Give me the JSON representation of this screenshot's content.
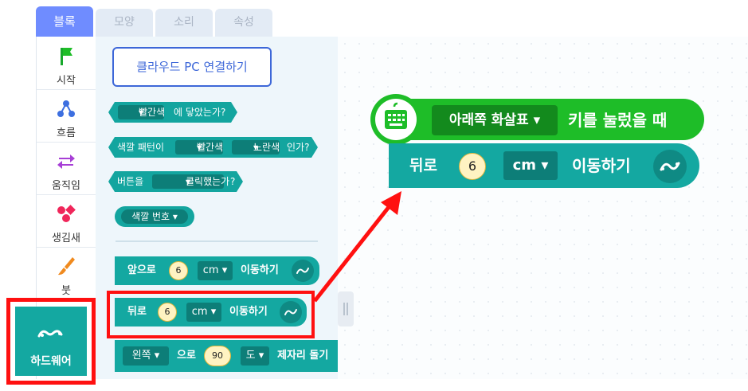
{
  "tabs": [
    "블록",
    "모양",
    "소리",
    "속성"
  ],
  "categories": [
    {
      "label": "시작",
      "icon": "flag-icon"
    },
    {
      "label": "흐름",
      "icon": "flow-icon"
    },
    {
      "label": "움직임",
      "icon": "move-arrows-icon"
    },
    {
      "label": "생김새",
      "icon": "shapes-icon"
    },
    {
      "label": "붓",
      "icon": "brush-icon"
    }
  ],
  "hardware": {
    "label": "하드웨어",
    "icon": "hardware-icon"
  },
  "palette": {
    "cloud_button": "클라우드 PC 연결하기",
    "b1": {
      "dd": "빨간색",
      "text": "에 닿았는가?"
    },
    "b2": {
      "lead": "색깔 패턴이",
      "dd1": "빨간색",
      "dd2": "노란색",
      "tail": "인가?"
    },
    "b3": {
      "lead": "버튼을",
      "dd": "클릭했는가",
      "tail": "?"
    },
    "b4": {
      "dd": "색깔 번호"
    },
    "move_fwd": {
      "dir": "앞으로",
      "value": "6",
      "unit": "cm",
      "action": "이동하기"
    },
    "move_back": {
      "dir": "뒤로",
      "value": "6",
      "unit": "cm",
      "action": "이동하기"
    },
    "rotate": {
      "dd": "왼쪽",
      "mid": "으로",
      "value": "90",
      "unit": "도",
      "action": "제자리 돌기"
    }
  },
  "canvas": {
    "event": {
      "key": "아래쪽 화살표",
      "text": "키를 눌렀을 때"
    },
    "move": {
      "dir": "뒤로",
      "value": "6",
      "unit": "cm",
      "action": "이동하기"
    }
  },
  "colors": {
    "accent": "#6f8cff",
    "hardware": "#14a8a1",
    "event": "#1ebd28",
    "highlight": "#ff1010"
  }
}
